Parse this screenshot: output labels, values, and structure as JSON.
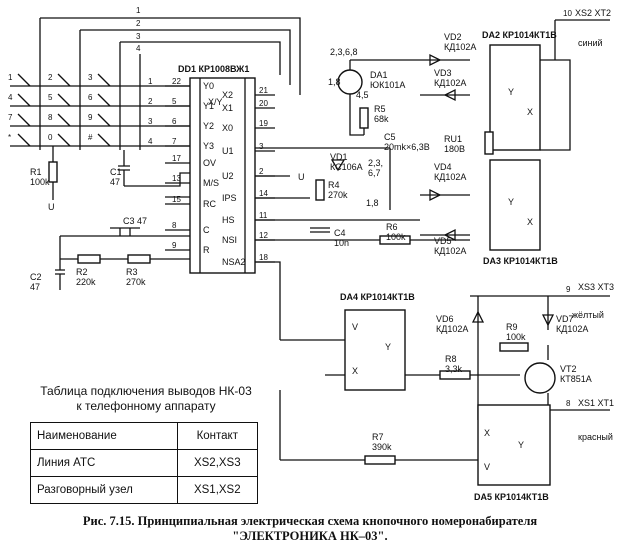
{
  "title_top": "DD1 КР1008ВЖ1",
  "dd1_center": "X/Y",
  "dd1_left_pins": [
    {
      "pin": "22",
      "label": "Y0"
    },
    {
      "pin": "5",
      "label": "Y1"
    },
    {
      "pin": "6",
      "label": "Y2"
    },
    {
      "pin": "7",
      "label": "Y3"
    },
    {
      "pin": "17",
      "label": "OV"
    },
    {
      "pin": "13",
      "label": "M/S"
    },
    {
      "pin": "15",
      "label": "RC"
    },
    {
      "pin": "8",
      "label": "C"
    },
    {
      "pin": "9",
      "label": "R"
    }
  ],
  "dd1_right_pins": [
    {
      "pin": "21",
      "label": "X2"
    },
    {
      "pin": "20",
      "label": "X1"
    },
    {
      "pin": "19",
      "label": "X0"
    },
    {
      "pin": "3",
      "label": "U1"
    },
    {
      "pin": "2",
      "label": "U2"
    },
    {
      "pin": "14",
      "label": "IPS"
    },
    {
      "pin": "11",
      "label": "HS"
    },
    {
      "pin": "12",
      "label": "NSI"
    },
    {
      "pin": "18",
      "label": "NSA2"
    }
  ],
  "top_wire_numbers": [
    "1",
    "2",
    "3",
    "4"
  ],
  "left_wire_numbers": [
    "1",
    "2",
    "3",
    "4"
  ],
  "keypad_symbols": [
    "1",
    "2",
    "3",
    "4",
    "5",
    "6",
    "7",
    "8",
    "9",
    "*",
    "0",
    "#"
  ],
  "u_label": "U",
  "components": {
    "r1": "R1\n100k",
    "c1": "C1\n47",
    "c2": "C2\n47",
    "c3": "C3 47",
    "r2": "R2\n220k",
    "r3": "R3\n270k",
    "da1": "DA1\nЮК101А",
    "da1_pins_a": "2,3,6,8",
    "da1_pins_b": "1,8",
    "da1_pins_c": "4,5",
    "r5": "R5\n68k",
    "c5": "C5\n20mk×6,3B",
    "vd1": "VD1\nКС106А",
    "vd1_pins": "2,3,\n6,7",
    "vd1_pin_b": "1,8",
    "r4": "R4\n270k",
    "c4": "C4\n10n",
    "r6": "R6\n100k",
    "ru1": "RU1\n180B",
    "vd2": "VD2\nКД102А",
    "vd3": "VD3\nКД102А",
    "vd4": "VD4\nКД102А",
    "vd5": "VD5\nКД102А",
    "vd6": "VD6\nКД102А",
    "vd7": "VD7\nКД102А",
    "r8": "R8\n3,3k",
    "r9": "R9\n100k",
    "vt2": "VT2\nКТ851А",
    "r7": "R7\n390k"
  },
  "chips": {
    "da2": "DA2 КР1014КТ1В",
    "da3": "DA3 КР1014КТ1В",
    "da4": "DA4 КР1014КТ1В",
    "da5": "DA5 КР1014КТ1В",
    "y": "Y",
    "x": "X",
    "v": "V"
  },
  "terminals": {
    "xs2": {
      "num": "10",
      "label": "XS2  XT2",
      "color_label": "синий"
    },
    "xs3": {
      "num": "9",
      "label": "XS3  XT3",
      "color_label": "жёлтый"
    },
    "xs1": {
      "num": "8",
      "label": "XS1  XT1",
      "color_label": "красный"
    }
  },
  "table": {
    "title_line1": "Таблица подключения выводов НК-03",
    "title_line2": "к телефонному аппарату",
    "header": [
      "Наименование",
      "Контакт"
    ],
    "rows": [
      [
        "Линия АТС",
        "XS2,XS3"
      ],
      [
        "Разговорный узел",
        "XS1,XS2"
      ]
    ]
  },
  "caption": {
    "line1": "Рис. 7.15. Принципиальная электрическая схема кнопочного номеронабирателя",
    "line2": "\"ЭЛЕКТРОНИКА НК–03\"."
  }
}
